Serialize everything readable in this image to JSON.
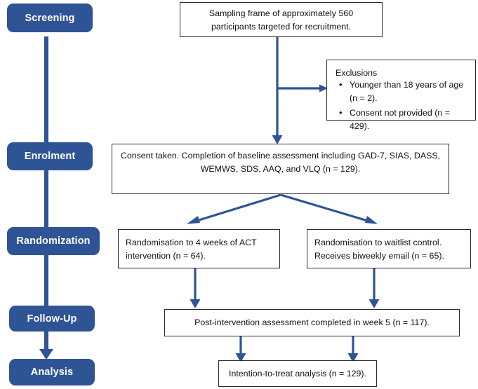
{
  "diagram": {
    "title": "CONSORT participant flow diagram",
    "accent_color": "#2E5496",
    "box_border_color": "#2b2b2b",
    "background_color": "#ffffff"
  },
  "stages": [
    {
      "id": "screening",
      "label": "Screening"
    },
    {
      "id": "enrolment",
      "label": "Enrolment"
    },
    {
      "id": "randomization",
      "label": "Randomization"
    },
    {
      "id": "follow-up",
      "label": "Follow-Up"
    },
    {
      "id": "analysis",
      "label": "Analysis"
    }
  ],
  "boxes": {
    "sampling_frame": {
      "line1": "Sampling frame of approximately 560",
      "line2": "participants targeted for recruitment."
    },
    "exclusions": {
      "heading": "Exclusions",
      "items": [
        "Younger than 18 years of age (n = 2).",
        "Consent not provided (n = 429)."
      ]
    },
    "consent_baseline": {
      "line1": "Consent taken. Completion of baseline assessment including GAD-7, SIAS, DASS,",
      "line2": "WEMWS, SDS, AAQ, and VLQ (n = 129)."
    },
    "intervention_arm": {
      "line1": "Randomisation to 4 weeks of ACT",
      "line2": "intervention (n = 64)."
    },
    "control_arm": {
      "line1": "Randomisation to waitlist control.",
      "line2": "Receives biweekly email (n = 65)."
    },
    "post_intervention": {
      "line1": "Post-intervention assessment completed in week 5 (n = 117)."
    },
    "itt_analysis": {
      "line1": "Intention-to-treat analysis (n = 129)."
    }
  },
  "connectors": {
    "spine_label": "stage-spine",
    "top_to_exclusions": "branch to exclusions",
    "top_to_consent": "to consent box",
    "consent_to_arms": "split to two arms",
    "arms_to_post": "arms to post-intervention",
    "post_to_itt": "post-intervention to analysis"
  }
}
